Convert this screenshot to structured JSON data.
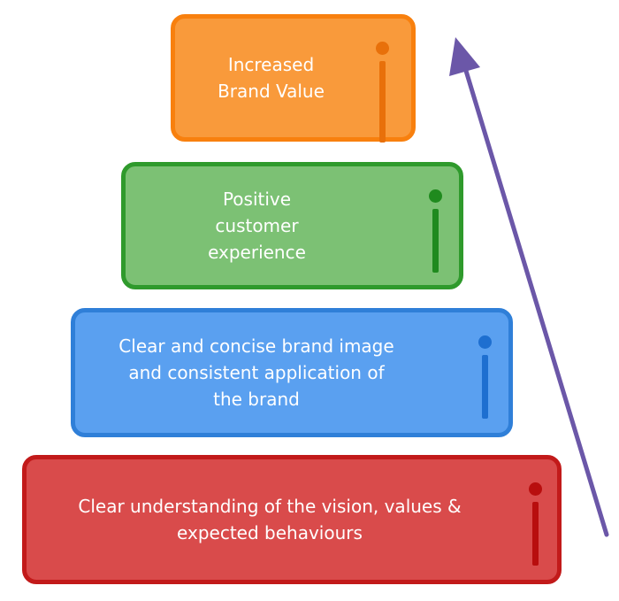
{
  "colors": {
    "orange": "#F99A3B",
    "green": "#7CC174",
    "blue": "#5AA0F0",
    "red": "#D94B4B",
    "arrow": "#6B57A8"
  },
  "tiers": [
    {
      "label": "Increased\nBrand Value",
      "icon": "info-icon"
    },
    {
      "label": "Positive\ncustomer\nexperience",
      "icon": "info-icon"
    },
    {
      "label": "Clear and concise brand image\nand consistent application of\nthe brand",
      "icon": "info-icon"
    },
    {
      "label": "Clear understanding of the vision, values &\nexpected behaviours",
      "icon": "info-icon"
    }
  ]
}
